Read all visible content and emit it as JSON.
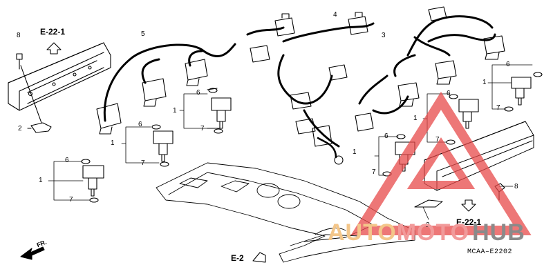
{
  "references": {
    "top_left": "E-22-1",
    "bottom_right": "E-22-1",
    "bottom_center": "E-2"
  },
  "callouts": {
    "c1": "1",
    "c2": "1",
    "c3": "1",
    "c4": "1",
    "c5": "1",
    "c6": "1",
    "c2a": "2",
    "c2b": "2",
    "c3a": "3",
    "c4a": "4",
    "c5a": "5",
    "c6a": "6",
    "c6b": "6",
    "c6c": "6",
    "c6d": "6",
    "c6e": "6",
    "c6f": "6",
    "c7a": "7",
    "c7b": "7",
    "c7c": "7",
    "c7d": "7",
    "c7e": "7",
    "c7f": "7",
    "c8a": "8",
    "c8b": "8"
  },
  "direction_label": "FR.",
  "diagram_code": "MCAA–E2202",
  "watermark": {
    "part_a": "AUTO",
    "part_b": "MOTO",
    "part_c": "HUB",
    "color_a": "#f3c68a",
    "color_b": "#f19a9a",
    "color_c": "#8a8a8a",
    "logo_color": "#e84a4a"
  }
}
